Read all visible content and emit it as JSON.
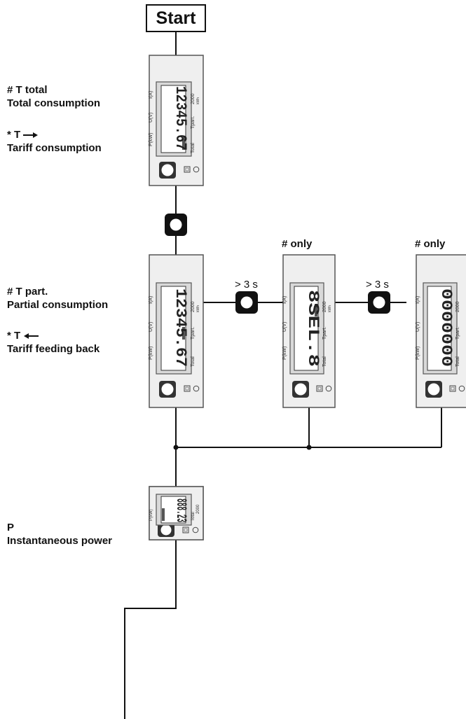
{
  "start_label": "Start",
  "steps": [
    {
      "code": "# T total",
      "name": "Total consumption",
      "tariff_code": "* T",
      "tariff_name": "Tariff consumption",
      "display": "12345.67",
      "arrow": "right"
    },
    {
      "code": "# T part.",
      "name": "Partial consumption",
      "tariff_code": "* T",
      "tariff_name": "Tariff feeding back",
      "display": "12345.67"
    },
    {
      "code": "P",
      "name": "Instantaneous power",
      "display": "888.23"
    }
  ],
  "branches": [
    {
      "condition": "# only",
      "display": "8SEL.8",
      "wait": "> 3 s"
    },
    {
      "condition": "# only",
      "display": "0000000",
      "wait": "> 3 s"
    }
  ],
  "meter_labels": {
    "current": "I(A)",
    "voltage": "U(V)",
    "power": "P(kW)",
    "total": "Total",
    "partial": "Tpart.",
    "rate": "2000",
    "unit": "kWh"
  },
  "colors": {
    "line": "#111111",
    "meter_body": "#efefef",
    "lcd": "#d9d9d9"
  }
}
